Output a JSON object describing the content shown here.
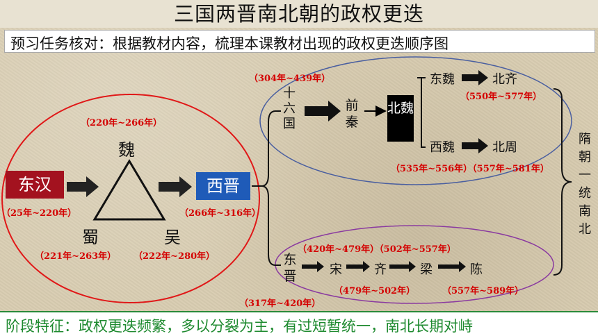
{
  "title": "三国两晋南北朝的政权更迭",
  "subtitle": "预习任务核对：根据教材内容，梳理本课教材出现的政权更迭顺序图",
  "feature": "阶段特征：政权更迭频繁，多以分裂为主，有过短暂统一，南北长期对峙",
  "colors": {
    "red": "#d40000",
    "green": "#1e8a2f",
    "han_box": "#a3121f",
    "jin_box": "#1f5bb8",
    "north_box": "#000000"
  },
  "nodes": {
    "dong_han": "东汉",
    "wei": "魏",
    "shu": "蜀",
    "wu": "吴",
    "xi_jin": "西晋",
    "shiliuguo": "十六国",
    "qian_qin": "前秦",
    "bei_wei": "北魏",
    "dong_wei": "东魏",
    "bei_qi": "北齐",
    "xi_wei": "西魏",
    "bei_zhou": "北周",
    "dong_jin": "东晋",
    "song": "宋",
    "qi": "齐",
    "liang": "梁",
    "chen": "陈",
    "sui": "隋朝一统南北"
  },
  "dates": {
    "dong_han": "（25年~220年）",
    "wei": "（220年~266年）",
    "shu": "（221年~263年）",
    "wu": "（222年~280年）",
    "xi_jin": "（266年~316年）",
    "shiliuguo": "（304年~439年）",
    "bei_qi": "（550年~577年）",
    "xi_wei_zhou": "（535年~556年）（557年~581年）",
    "song_qi": "（420年~479年）（502年~557年）",
    "qi_chen": "（479年~502年）",
    "chen": "（557年~589年）",
    "dong_jin": "（317年~420年）"
  }
}
